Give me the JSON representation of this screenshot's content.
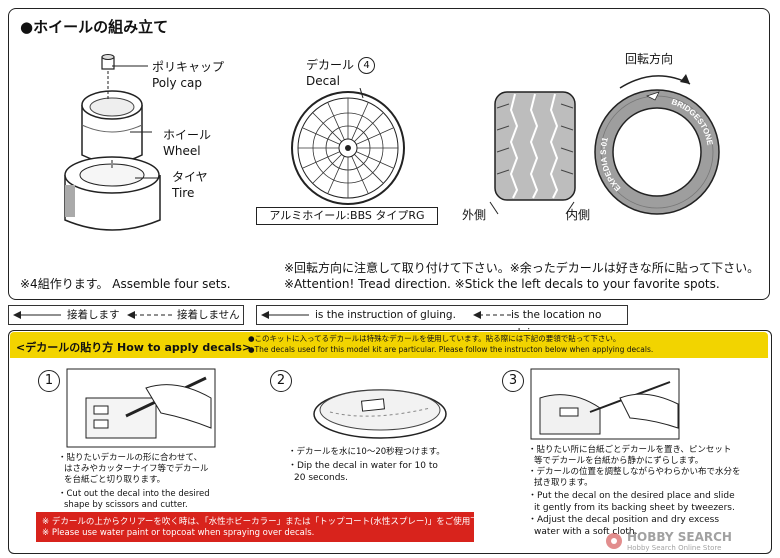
{
  "top": {
    "title": "●ホイールの組み立て",
    "labels": {
      "poly_jp": "ポリキャップ",
      "poly_en": "Poly cap",
      "wheel_jp": "ホイール",
      "wheel_en": "Wheel",
      "tire_jp": "タイヤ",
      "tire_en": "Tire",
      "decal_jp": "デカール",
      "decal_num": "4",
      "decal_en": "Decal",
      "wheel_name": "アルミホイール:BBS タイプRG",
      "outer": "外側",
      "inner": "内側",
      "direction": "回転方向",
      "tire_text_1": "EXPEDIA S-01",
      "tire_text_2": "BRIDGESTONE"
    },
    "assemble_note": "※4組作ります。 Assemble four sets.",
    "attention_jp": "※回転方向に注意して取り付けて下さい。※余ったデカールは好きな所に貼って下さい。",
    "attention_en": "※Attention! Tread direction. ※Stick the left decals to your favorite spots."
  },
  "legend": {
    "glue_jp": "接着します",
    "noglue_jp": "接着しません",
    "glue_en": "is the instruction of gluing.",
    "noglue_en": "is the location no gluing."
  },
  "howto": {
    "title": "<デカールの貼り方 How to apply decals>",
    "header_jp": "●このキットに入ってるデカールは特殊なデカールを使用しています。貼る際には下記の要領で貼って下さい。",
    "header_en": "●The decals used for this model kit are particular. Please follow the instructon below when applying decals.",
    "steps": [
      {
        "num": "1",
        "jp_1": "・貼りたいデカールの形に合わせて、",
        "jp_2": "はさみやカッターナイフ等でデカール",
        "jp_3": "を台紙ごと切り取ります。",
        "en_1": "・Cut out the decal into the desired",
        "en_2": "shape by scissors and cutter."
      },
      {
        "num": "2",
        "jp_1": "・デカールを水に10～20秒程つけます。",
        "en_1": "・Dip the decal in water for 10 to",
        "en_2": "20 seconds."
      },
      {
        "num": "3",
        "jp_1": "・貼りたい所に台紙ごとデカールを置き、ピンセット",
        "jp_2": "等でデカールを台紙から静かにずらします。",
        "jp_3": "・デカールの位置を調整しながらやわらかい布で水分を",
        "jp_4": "拭き取ります。",
        "en_1": "・Put the decal on the desired place and slide",
        "en_2": "it gently from its backing sheet by tweezers.",
        "en_3": "・Adjust the decal position and dry excess",
        "en_4": "water with a soft cloth."
      }
    ],
    "warning_jp": "※ デカールの上からクリアーを吹く時は、「水性ホビーカラー」または「トップコート(水性スプレー)」をご使用下さい。",
    "warning_en": "※ Please use water paint or topcoat when spraying over decals."
  },
  "watermark": "HOBBY SEARCH",
  "watermark_sub": "Hobby Search Online Store"
}
